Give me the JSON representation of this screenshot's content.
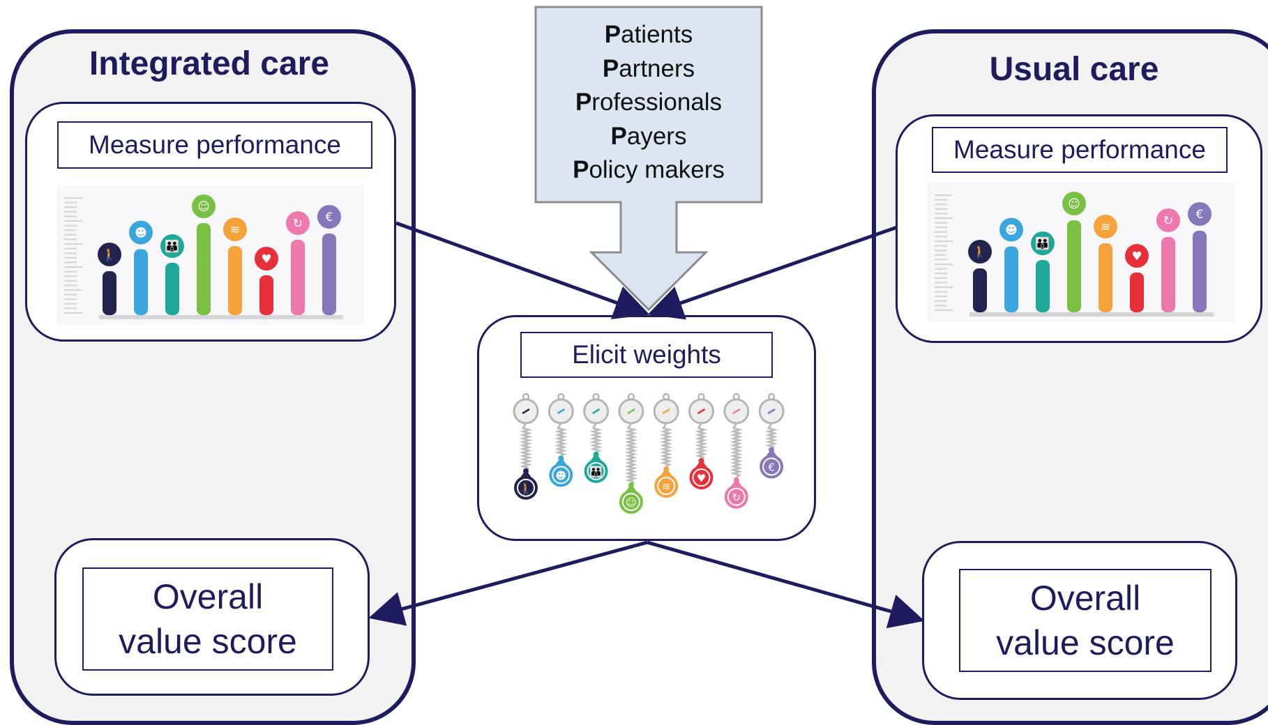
{
  "left_panel": {
    "title": "Integrated care",
    "measure_label": "Measure performance",
    "score_line1": "Overall",
    "score_line2": "value score"
  },
  "right_panel": {
    "title": "Usual care",
    "measure_label": "Measure performance",
    "score_line1": "Overall",
    "score_line2": "value score"
  },
  "center": {
    "elicit_label": "Elicit weights"
  },
  "stakeholders": [
    {
      "initial": "P",
      "rest": "atients"
    },
    {
      "initial": "P",
      "rest": "artners"
    },
    {
      "initial": "P",
      "rest": "rofessionals"
    },
    {
      "initial": "P",
      "rest": "ayers"
    },
    {
      "initial": "P",
      "rest": "olicy makers"
    }
  ],
  "indicators": [
    {
      "icon": "walking-person-icon",
      "color": "#23234f",
      "glyph": "🚶",
      "bar_level": 0.42,
      "weight_level": 0.78
    },
    {
      "icon": "head-icon",
      "color": "#3aa6dd",
      "glyph": "☻",
      "bar_level": 0.63,
      "weight_level": 0.58
    },
    {
      "icon": "family-icon",
      "color": "#1fa89a",
      "glyph": "👪",
      "bar_level": 0.5,
      "weight_level": 0.52
    },
    {
      "icon": "smiley-icon",
      "color": "#7ac143",
      "glyph": "☺",
      "bar_level": 0.88,
      "weight_level": 1.0
    },
    {
      "icon": "wifi-head-icon",
      "color": "#f6a23a",
      "glyph": "≋",
      "bar_level": 0.66,
      "weight_level": 0.75
    },
    {
      "icon": "heart-person-icon",
      "color": "#e8303a",
      "glyph": "♥",
      "bar_level": 0.38,
      "weight_level": 0.62
    },
    {
      "icon": "cycle-icon",
      "color": "#ec78ad",
      "glyph": "↻",
      "bar_level": 0.72,
      "weight_level": 0.92
    },
    {
      "icon": "euro-icon",
      "color": "#8677bd",
      "glyph": "€",
      "bar_level": 0.78,
      "weight_level": 0.45
    }
  ],
  "colors": {
    "navy": "#1e1b5e",
    "panel_bg": "#f2f2f2",
    "arrow_fill": "#dce6f2",
    "arrow_stroke": "#8c8c8c"
  }
}
